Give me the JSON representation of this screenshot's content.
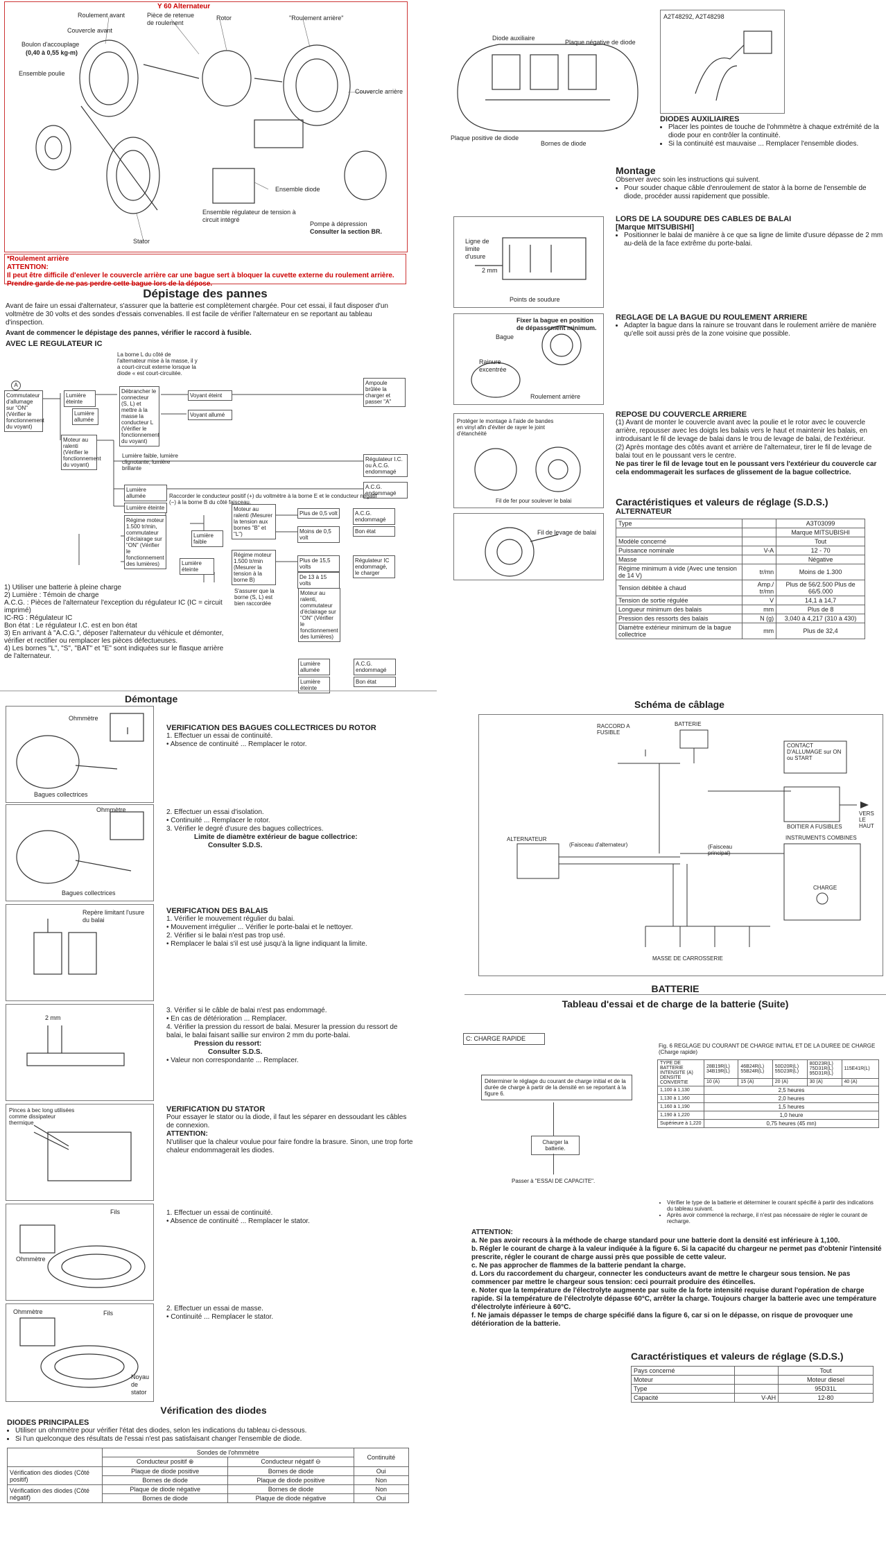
{
  "exploded_view": {
    "title": "Y 60 Alternateur",
    "labels": [
      "Roulement avant",
      "Pièce de retenue de roulement",
      "Rotor",
      "\"Roulement arrière\"",
      "Couvercle avant",
      "Boulon d'accouplage",
      "(0,40 à 0,55 kg-m)",
      "Ensemble poulie",
      "Couvercle arrière",
      "Ensemble diode",
      "Ensemble régulateur de tension à circuit intégré",
      "Pompe à dépression",
      "Consulter la section BR.",
      "Stator"
    ]
  },
  "warning": {
    "title": "*Roulement arrière",
    "attention": "ATTENTION:",
    "text": "Il peut être difficile d'enlever le couvercle arrière car une bague sert à bloquer la cuvette externe du roulement arrière. Prendre garde de ne pas perdre cette bague lors de la dépose."
  },
  "depistage": {
    "title": "Dépistage des pannes",
    "intro": "Avant de faire un essai d'alternateur, s'assurer que la batterie est complètement chargée. Pour cet essai, il faut disposer d'un voltmètre de 30 volts et des sondes d'essais convenables. Il est facile de vérifier l'alternateur en se reportant au tableau d'inspection.",
    "intro2": "Avant de commencer le dépistage des pannes, vérifier le raccord à fusible.",
    "subtitle": "AVEC LE REGULATEUR IC",
    "flow": {
      "a": "A",
      "start": "Commutateur d'allumage sur \"ON\" (Vérifier le fonctionnement du voyant)",
      "lum_eteinte": "Lumière éteinte",
      "lum_allumee": "Lumière allumée",
      "borne_L": "La borne L du côté de l'alternateur mise à la masse, il y a court-circuit externe lorsque la diode « est court-circuitée.",
      "debrancher": "Débrancher le connecteur (S, L) et mettre à la masse la conducteur L (Vérifier le fonctionnement du voyant)",
      "voyant_eteint": "Voyant éteint",
      "voyant_allume": "Voyant allumé",
      "ampoule": "Ampoule brûlée la charger et passer \"A\"",
      "moteur_ralenti": "Moteur au ralenti (Vérifier le fonctionnement du voyant)",
      "lum_faible": "Lumière faible, lumière clignotante, lumière brillante",
      "lum_allumee2": "Lumière allumée",
      "lum_eteinte2": "Lumière éteinte",
      "regulateur": "Régulateur I.C. ou A.C.G. endommagé",
      "acg": "A.C.G. endommagé",
      "raccorder": "Raccorder le conducteur positif (+) du voltmètre à la borne E et le conducteur négatif (−) à la borne B du côté faisceau.",
      "regime": "Régime moteur 1.500 tr/min, commutateur d'éclairage sur \"ON\" (Vérifier le fonctionnement des lumières)",
      "lum_faible2": "Lumière faible",
      "lum_eteinte3": "Lumière éteinte",
      "moteur_ralenti2": "Moteur au ralenti (Mesurer la tension aux bornes \"B\" et \"L\")",
      "plus05": "Plus de 0,5 volt",
      "moins05": "Moins de 0,5 volt",
      "acg2": "A.C.G. endommagé",
      "bon_etat": "Bon état",
      "regime2": "Régime moteur 1.500 tr/min (Mesurer la tension à la borne B)",
      "plus155": "Plus de 15,5 volts",
      "de135": "De 13 à 15 volts",
      "regulateur2": "Régulateur IC endommagé, le charger",
      "sassurer": "S'assurer que la borne (S, L) est bien raccordée",
      "moteur_ralenti3": "Moteur au ralenti, commutateur d'éclairage sur \"ON\" (Vérifier le fonctionnement des lumières)",
      "lum_allumee3": "Lumière allumée",
      "lum_eteinte4": "Lumière éteinte",
      "acg3": "A.C.G. endommagé",
      "bon_etat2": "Bon état"
    },
    "notes": [
      "1)   Utiliser une batterie à pleine charge",
      "2)   Lumière  :  Témoin de charge",
      "      A.C.G.  :  Pièces de l'alternateur l'exception du régulateur IC (IC = circuit imprimé)",
      "      IC-RG   :  Régulateur IC",
      "      Bon état  :  Le régulateur I.C. est en bon état",
      "3)   En arrivant à \"A.C.G.\", déposer l'alternateur du véhicule et démonter, vérifier et rectifier ou remplacer les pièces défectueuses.",
      "4)   Les bornes \"L\", \"S\", \"BAT\" et \"E\" sont indiquées sur le flasque arrière de l'alternateur."
    ]
  },
  "right_top": {
    "fig_diode_labels": [
      "Diode auxiliaire",
      "Plaque négative de diode",
      "Plaque positive de diode",
      "Bornes de diode"
    ],
    "fig_ref": "A2T48292, A2T48298",
    "diodes_aux_title": "DIODES AUXILIAIRES",
    "diodes_aux_items": [
      "Placer les pointes de touche de l'ohmmètre à chaque extrémité de la diode pour en contrôler la continuité.",
      "Si la continuité est mauvaise ... Remplacer l'ensemble diodes."
    ],
    "montage_title": "Montage",
    "montage_intro": "Observer avec soin les instructions qui suivent.",
    "montage_items": [
      "Pour souder chaque câble d'enroulement de stator à la borne de l'ensemble de diode, procéder aussi rapidement que possible."
    ],
    "soudure_title": "LORS DE LA SOUDURE DES CABLES DE BALAI",
    "soudure_sub": "[Marque MITSUBISHI]",
    "soudure_items": [
      "Positionner le balai de manière à ce que sa ligne de limite d'usure dépasse de 2 mm au-delà de la face extrême du porte-balai."
    ],
    "fig_soudure_labels": [
      "Ligne de limite d'usure",
      "2 mm",
      "Points de soudure"
    ],
    "reglage_title": "REGLAGE DE LA BAGUE DU ROULEMENT ARRIERE",
    "reglage_items": [
      "Adapter la bague dans la rainure se trouvant dans le roulement arrière de manière qu'elle soit aussi près de la zone voisine que possible."
    ],
    "fig_bague_labels": [
      "Fixer la bague en position de dépassement minimum.",
      "Bague",
      "Rainure excentrée",
      "Roulement arrière"
    ],
    "repose_title": "REPOSE DU COUVERCLE ARRIERE",
    "repose_items": [
      "(1)  Avant de monter le couvercle avant avec la poulie et le rotor avec le couvercle arrière, repousser avec les doigts les balais vers le haut et maintenir les balais, en introduisant le fil de levage de balai dans le trou de levage de balai, de l'extérieur.",
      "(2)  Après montage des côtés avant et arrière de l'alternateur, tirer le fil de levage de balai tout en le poussant vers le centre."
    ],
    "repose_bold": "Ne pas tirer le fil de levage tout en le poussant vers l'extérieur du couvercle car cela endommagerait les surfaces de glissement de la bague collectrice.",
    "fig_repose_labels": [
      "Protéger le montage à l'aide de bandes en vinyl afin d'éviter de rayer le joint d'étanchéité",
      "Fil de fer pour soulever le balai"
    ],
    "fig_fil_label": "Fil de levage de balai",
    "sds_title": "Caractéristiques et valeurs de réglage (S.D.S.)",
    "sds_sub": "ALTERNATEUR",
    "sds_rows": [
      [
        "Type",
        "",
        "A3T03099"
      ],
      [
        "",
        "",
        "Marque MITSUBISHI"
      ],
      [
        "Modèle concerné",
        "",
        "Tout"
      ],
      [
        "Puissance nominale",
        "V-A",
        "12 - 70"
      ],
      [
        "Masse",
        "",
        "Négative"
      ],
      [
        "Régime minimum à vide (Avec une tension de 14 V)",
        "tr/mn",
        "Moins de 1.300"
      ],
      [
        "Tension débitée à chaud",
        "Amp./ tr/mn",
        "Plus de 56/2.500 Plus de 66/5.000"
      ],
      [
        "Tension de sortie régulée",
        "V",
        "14,1 à 14,7"
      ],
      [
        "Longueur minimum des balais",
        "mm",
        "Plus de 8"
      ],
      [
        "Pression des ressorts des balais",
        "N (g)",
        "3,040 à 4,217 (310 à 430)"
      ],
      [
        "Diamètre extérieur minimum de la bague collectrice",
        "mm",
        "Plus de 32,4"
      ]
    ]
  },
  "demontage": {
    "title": "Démontage",
    "fig_labels": [
      "Ohmmètre",
      "Bagues collectrices",
      "Ohmmètre",
      "Bagues collectrices",
      "Repère limitant l'usure du balai",
      "2 mm",
      "Pinces à bec long utilisées comme dissipateur thermique",
      "Fils",
      "Ohmmètre",
      "Ohmmètre",
      "Fils",
      "Noyau de stator"
    ],
    "rotor_title": "VERIFICATION DES BAGUES COLLECTRICES DU ROTOR",
    "rotor_items": [
      "1.  Effectuer un essai de continuité.",
      "•  Absence de continuité ... Remplacer le rotor."
    ],
    "rotor2_items": [
      "2.  Effectuer un essai d'isolation.",
      "•  Continuité ... Remplacer le rotor.",
      "3.  Vérifier le degré d'usure des bagues collectrices."
    ],
    "rotor2_bold": "Limite de diamètre extérieur de bague collectrice:",
    "rotor2_bold2": "Consulter S.D.S.",
    "balais_title": "VERIFICATION DES BALAIS",
    "balais_items": [
      "1.  Vérifier le mouvement régulier du balai.",
      "•  Mouvement irrégulier ... Vérifier le porte-balai et le nettoyer.",
      "2.  Vérifier si le balai n'est pas trop usé.",
      "•  Remplacer le balai s'il est usé jusqu'à la ligne indiquant la limite."
    ],
    "balais2_items": [
      "3.  Vérifier si le câble de balai n'est pas endommagé.",
      "•  En cas de détérioration ... Remplacer.",
      "4.  Vérifier la pression du ressort de balai. Mesurer la pression du ressort de balai, le balai faisant saillie sur environ 2 mm du porte-balai."
    ],
    "balais2_bold": "Pression du ressort:",
    "balais2_bold2": "Consulter S.D.S.",
    "balais2_last": "•  Valeur non correspondante ... Remplacer.",
    "stator_title": "VERIFICATION DU STATOR",
    "stator_text": "Pour essayer le stator ou la diode, il faut les séparer en dessoudant les câbles de connexion.",
    "stator_att": "ATTENTION:",
    "stator_att_text": "N'utiliser que la chaleur voulue pour faire fondre la brasure. Sinon, une trop forte chaleur endommagerait les diodes.",
    "stator1_items": [
      "1.  Effectuer un essai de continuité.",
      "•  Absence de continuité ... Remplacer le stator."
    ],
    "stator2_items": [
      "2.  Effectuer un essai de masse.",
      "•  Continuité ... Remplacer le stator."
    ]
  },
  "diodes": {
    "title": "Vérification des diodes",
    "sub": "DIODES PRINCIPALES",
    "items": [
      "Utiliser un ohmmètre pour vérifier l'état des diodes, selon les indications du tableau ci-dessous.",
      "Si l'un quelconque des résultats de l'essai n'est pas satisfaisant changer l'ensemble de diode."
    ],
    "table_head": [
      "Sondes de l'ohmmètre",
      "Conducteur positif ⊕",
      "Conducteur négatif ⊖",
      "Continuité"
    ],
    "table_rows": [
      [
        "Vérification des diodes (Côté positif)",
        "Plaque de diode positive",
        "Bornes de diode",
        "Oui"
      ],
      [
        "",
        "Bornes de diode",
        "Plaque de diode positive",
        "Non"
      ],
      [
        "Vérification des diodes (Côté négatif)",
        "Plaque de diode négative",
        "Bornes de diode",
        "Non"
      ],
      [
        "",
        "Bornes de diode",
        "Plaque de diode négative",
        "Oui"
      ]
    ]
  },
  "schema": {
    "title": "Schéma de câblage",
    "labels": [
      "RACCORD A FUSIBLE",
      "BATTERIE",
      "CONTACT D'ALLUMAGE sur ON ou START",
      "VERS LE HAUT",
      "BOITIER A FUSIBLES",
      "ALTERNATEUR",
      "(Faisceau d'alternateur)",
      "(Faisceau principal)",
      "INSTRUMENTS COMBINES",
      "CHARGE",
      "MASSE DE CARROSSERIE"
    ]
  },
  "batterie": {
    "title": "BATTERIE",
    "subtitle": "Tableau d'essai et de charge de la batterie  (Suite)",
    "charge_box": "C: CHARGE RAPIDE",
    "flow1": "Déterminer le réglage du courant de charge initial et de la durée de charge à partir de la densité en se reportant à la figure 6.",
    "flow2": "Charger la batterie.",
    "flow3": "Passer à \"ESSAI DE CAPACITE\".",
    "fig_title": "Fig. 6  REGLAGE DU COURANT DE CHARGE INITIAL ET DE LA DUREE DE CHARGE (Charge rapide)",
    "fig_head": [
      "TYPE DE BATTERIE",
      "INTENSITE (A)",
      "DENSITE CONVERTIE"
    ],
    "fig_cols": [
      "28B19R(L)",
      "34B19R(L)",
      "46B24R(L)",
      "55B24R(L)",
      "50D20R(L)",
      "55D23R(L)",
      "80D23R(L)",
      "75D31R(L)",
      "95D31R(L)",
      "115E41R(L)"
    ],
    "fig_amps": [
      "10 (A)",
      "15 (A)",
      "20 (A)",
      "30 (A)",
      "40 (A)"
    ],
    "fig_rows": [
      [
        "1,100 à 1,130",
        "2,5 heures"
      ],
      [
        "1,130 à 1,160",
        "2,0 heures"
      ],
      [
        "1,160 à 1,190",
        "1,5 heures"
      ],
      [
        "1,190 à 1,220",
        "1,0 heure"
      ],
      [
        "Supérieure à 1,220",
        "0,75 heures (45 mn)"
      ]
    ],
    "fig_notes": [
      "Vérifier le type de la batterie et déterminer le courant spécifié à partir des indications du tableau suivant.",
      "Après avoir commencé la recharge, il n'est pas nécessaire de régler le courant de recharge."
    ],
    "attention": "ATTENTION:",
    "att_items": [
      "a.  Ne pas avoir recours à la méthode de charge standard pour une batterie dont la densité est inférieure à 1,100.",
      "b.  Régler le courant de charge à la valeur indiquée à la figure 6. Si la capacité du chargeur ne permet pas d'obtenir l'intensité prescrite, régler le courant de charge aussi près que possible de cette valeur.",
      "c.  Ne pas approcher de flammes de la batterie pendant la charge.",
      "d.  Lors du raccordement du chargeur, connecter les conducteurs avant de mettre le chargeur sous tension. Ne pas commencer par mettre le chargeur sous tension: ceci pourrait produire des étincelles.",
      "e.  Noter que la température de l'électrolyte augmente par suite de la forte intensité requise durant l'opération de charge rapide. Si la température de l'électrolyte dépasse 60°C, arrêter la charge. Toujours charger la batterie avec une température d'électrolyte inférieure à 60°C.",
      "f.  Ne jamais dépasser le temps de charge spécifié dans la figure 6, car si on le dépasse, on risque de provoquer une détérioration de la batterie."
    ],
    "sds_title": "Caractéristiques et valeurs de réglage (S.D.S.)",
    "sds_rows": [
      [
        "Pays concerné",
        "",
        "Tout"
      ],
      [
        "Moteur",
        "",
        "Moteur diesel"
      ],
      [
        "Type",
        "",
        "95D31L"
      ],
      [
        "Capacité",
        "V-AH",
        "12-80"
      ]
    ]
  }
}
